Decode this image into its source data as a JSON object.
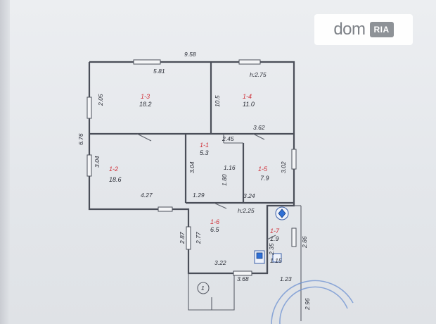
{
  "watermark": {
    "brand": "dom",
    "badge": "RIA"
  },
  "plan": {
    "overall_width": "9.58",
    "overall_height": "6.76",
    "ceiling_heights": {
      "room_1_4": "h:2.75",
      "room_1_6": "h:2.25"
    },
    "rooms": [
      {
        "number": "1-3",
        "area": "18.2"
      },
      {
        "number": "1-4",
        "area": "11.0"
      },
      {
        "number": "1-2",
        "area": "18.6"
      },
      {
        "number": "1-1",
        "area": "5.3"
      },
      {
        "number": "1-5",
        "area": "7.9"
      },
      {
        "number": "1-6",
        "area": "6.5"
      },
      {
        "number": "1-7",
        "area": "1.9"
      }
    ],
    "dims": {
      "r13_width": "5.81",
      "r13_height": "2.05",
      "r14_height": "10.5",
      "r14_width": "3.62",
      "r12_height": "3.04",
      "r12_width": "4.27",
      "r11_width": "2.45",
      "r11_height": "3.04",
      "r11_inner": "1.16",
      "r11_step": "1.80",
      "r11_bottom": "1.29",
      "r15_height": "3.02",
      "r15_width": "3.24",
      "r16_height_left": "2.87",
      "r16_height_inner": "2.77",
      "r16_width": "3.22",
      "r17_height": "2.35",
      "r17_small": "1.15",
      "right_height": "2.86",
      "bottom_width": "3.68",
      "bottom_right": "1.23",
      "porch_depth": "2.96",
      "porch_label": "1"
    }
  }
}
